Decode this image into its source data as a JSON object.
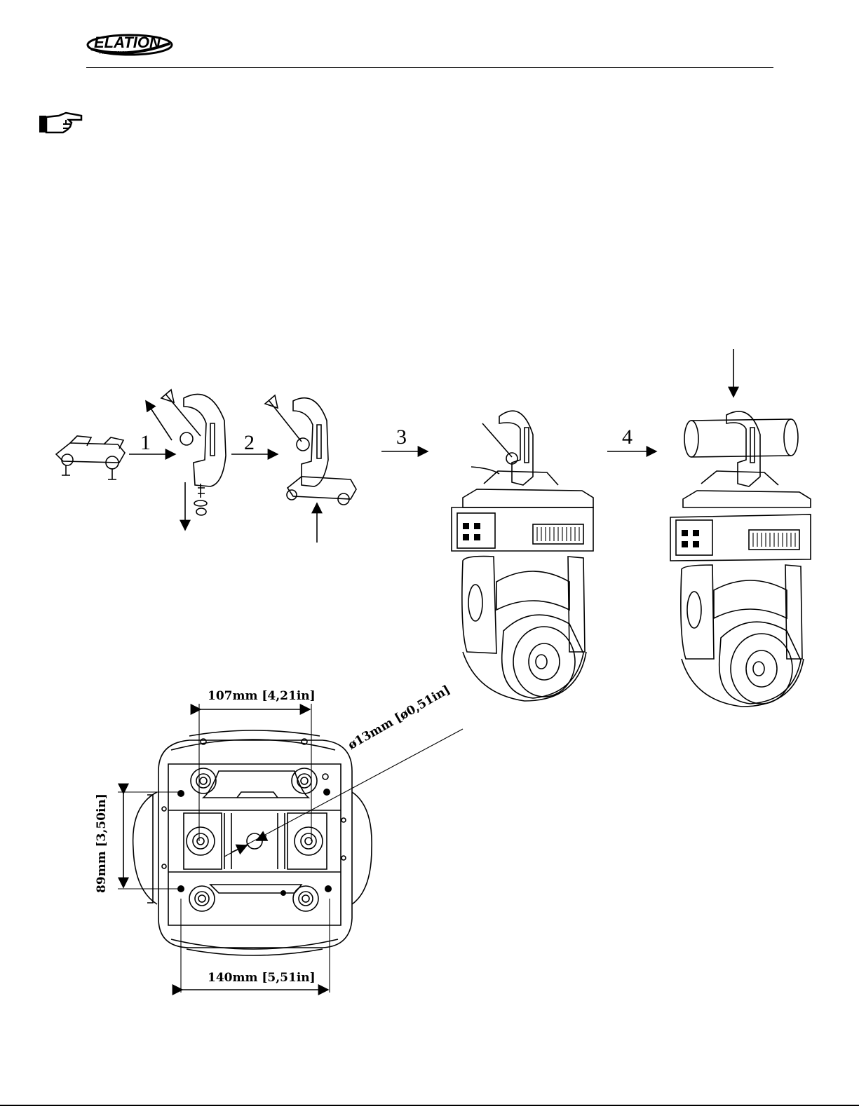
{
  "header": {
    "logo_text": "ELATION",
    "logo_subtext": "PROFESSIONAL"
  },
  "note": {
    "icon": "pointing-hand-icon"
  },
  "steps": [
    "1",
    "2",
    "3",
    "4"
  ],
  "dimensions": {
    "top_width": "107mm [4,21in]",
    "diameter": "ø13mm [ø0,51in]",
    "height": "89mm [3,50in]",
    "bottom_width": "140mm [5,51in]"
  }
}
